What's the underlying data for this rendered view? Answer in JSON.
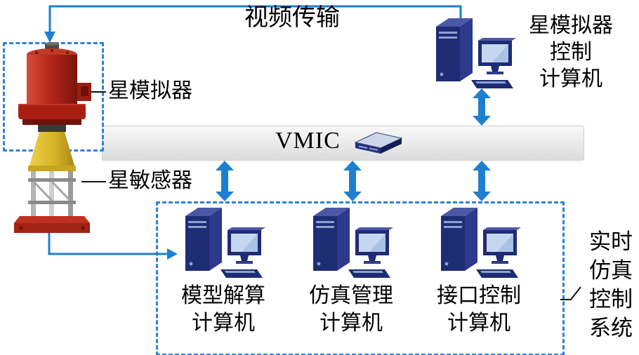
{
  "diagram": {
    "video_label": "视频传输",
    "bus": {
      "label": "VMIC"
    },
    "star_simulator": {
      "label": "星模拟器"
    },
    "star_sensor": {
      "label": "星敏感器"
    },
    "sim_control_computer": {
      "lines": [
        "星模拟器",
        "控制",
        "计算机"
      ]
    },
    "computers": [
      {
        "lines": [
          "模型解算",
          "计算机"
        ]
      },
      {
        "lines": [
          "仿真管理",
          "计算机"
        ]
      },
      {
        "lines": [
          "接口控制",
          "计算机"
        ]
      }
    ],
    "system": {
      "lines": [
        "实时",
        "仿真",
        "控制",
        "系统"
      ]
    },
    "colors": {
      "arrow_blue": "#1e7fd0",
      "dashed_border": "#2e82d6",
      "computer_navy": "#1e2c74",
      "bus_gray": "#ececec",
      "device_red": "#b02418",
      "device_yellow": "#e0bc28"
    }
  }
}
